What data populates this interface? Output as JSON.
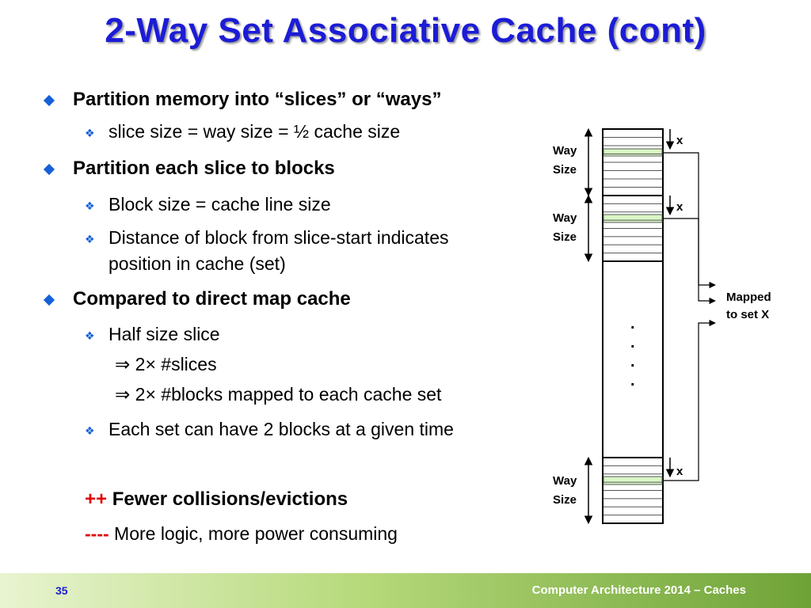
{
  "slide": {
    "title": "2-Way Set Associative Cache (cont)",
    "bullets": {
      "b1": "Partition memory into “slices” or “ways”",
      "b1_1": "slice size = way size = ½ cache size",
      "b2": "Partition each slice to blocks",
      "b2_1": "Block size = cache line size",
      "b2_2a": "Distance of block from slice-start indicates",
      "b2_2b": "position in cache (set)",
      "b3": "Compared to direct map cache",
      "b3_1": "Half size slice",
      "b3_1a": "⇒ 2× #slices",
      "b3_1b": "⇒ 2× #blocks mapped to each cache set",
      "b3_2": "Each set can have 2 blocks at a given time"
    },
    "pro_sign": "++",
    "pro_text": "Fewer collisions/evictions",
    "con_sign": "----",
    "con_text": "More logic, more power consuming"
  },
  "diagram": {
    "way_label_1": "Way",
    "size_label_1": "Size",
    "way_label_2": "Way",
    "size_label_2": "Size",
    "way_label_3": "Way",
    "size_label_3": "Size",
    "x_1": "x",
    "x_2": "x",
    "x_3": "x",
    "mapped_line1": "Mapped",
    "mapped_line2": "to set X",
    "dot_1": ".",
    "dot_2": ".",
    "dot_3": ".",
    "dot_4": ".",
    "highlight_color": "#d9f7c6"
  },
  "footer": {
    "page_number": "35",
    "course_text": "Computer Architecture 2014 – Caches"
  }
}
